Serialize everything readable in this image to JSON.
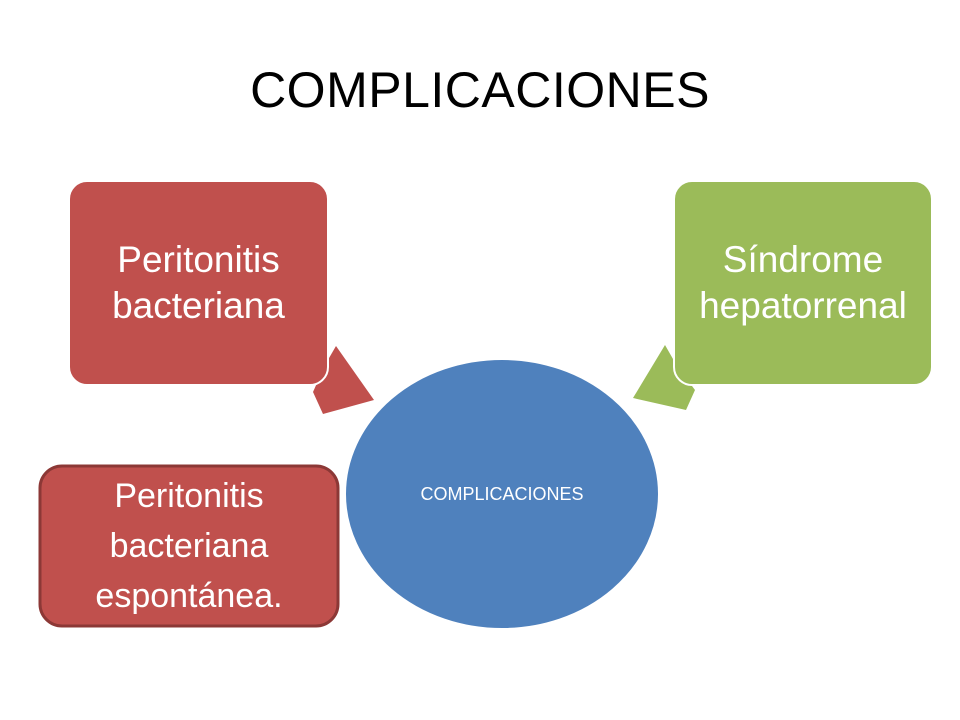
{
  "slide": {
    "title": "COMPLICACIONES"
  },
  "diagram": {
    "center": {
      "label": "COMPLICACIONES",
      "color": "#4f81bd"
    },
    "left_box": {
      "line1": "Peritonitis",
      "line2": "bacteriana",
      "color": "#c0504d"
    },
    "right_box": {
      "line1": "Síndrome",
      "line2": "hepatorrenal",
      "color": "#9bbb59"
    },
    "note_box": {
      "line1": "Peritonitis",
      "line2": "bacteriana",
      "line3": "espontánea.",
      "color": "#c0504d",
      "border_color": "#8c3836"
    }
  }
}
